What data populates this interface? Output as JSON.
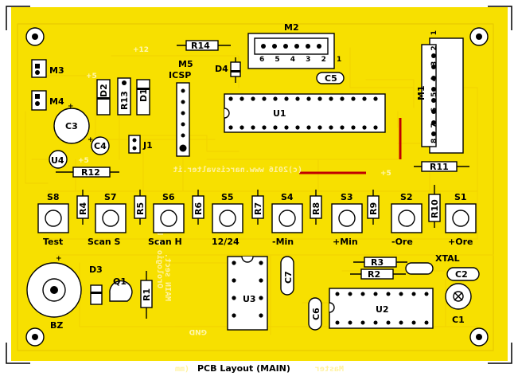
{
  "footer": {
    "title": "PCB Layout (MAIN)",
    "left_mirrored": "(mm",
    "right_mirrored": "Master"
  },
  "board": {
    "copyright": "(c)2016 www.narcisvalter.it",
    "mirrored_note_1": "Orologio a LED",
    "mirrored_note_2": "MAIN sect.",
    "net_plus12": "+12",
    "net_plus5a": "+5",
    "net_plus5b": "+5",
    "net_plus5c": "+5",
    "net_gnd": "GND"
  },
  "components": {
    "m2": "M2",
    "m2_pins": "6 5 4 3 2 1",
    "m1": "M1",
    "m1_pins": "8 7 6 5 4 3 2 1",
    "m3": "M3",
    "m4": "M4",
    "m5": "M5",
    "icsp": "ICSP",
    "r14": "R14",
    "d4": "D4",
    "c5": "C5",
    "u1": "U1",
    "d2": "D2",
    "r13": "R13",
    "d1": "D1",
    "c3": "C3",
    "c4": "C4",
    "u4": "U4",
    "j1": "J1",
    "r12": "R12",
    "r11": "R11",
    "r4": "R4",
    "r5": "R5",
    "r6": "R6",
    "r7": "R7",
    "r8": "R8",
    "r9": "R9",
    "r10": "R10",
    "s8": "S8",
    "s7": "S7",
    "s6": "S6",
    "s5": "S5",
    "s4": "S4",
    "s3": "S3",
    "s2": "S2",
    "s1": "S1",
    "d3": "D3",
    "q1": "Q1",
    "r1": "R1",
    "bz": "BZ",
    "u3": "U3",
    "c7": "C7",
    "r3": "R3",
    "r2": "R2",
    "xtal": "XTAL",
    "c2": "C2",
    "c1": "C1",
    "c6": "C6",
    "u2": "U2"
  },
  "buttons": {
    "s8": "Test",
    "s7": "Scan S",
    "s6": "Scan H",
    "s5": "12/24",
    "s4": "-Min",
    "s3": "+Min",
    "s2": "-Ore",
    "s1": "+Ore"
  },
  "colors": {
    "copper": "#f7e000",
    "trace": "#f2d400",
    "jumper": "#c00000",
    "silkscreen": "#000000"
  }
}
